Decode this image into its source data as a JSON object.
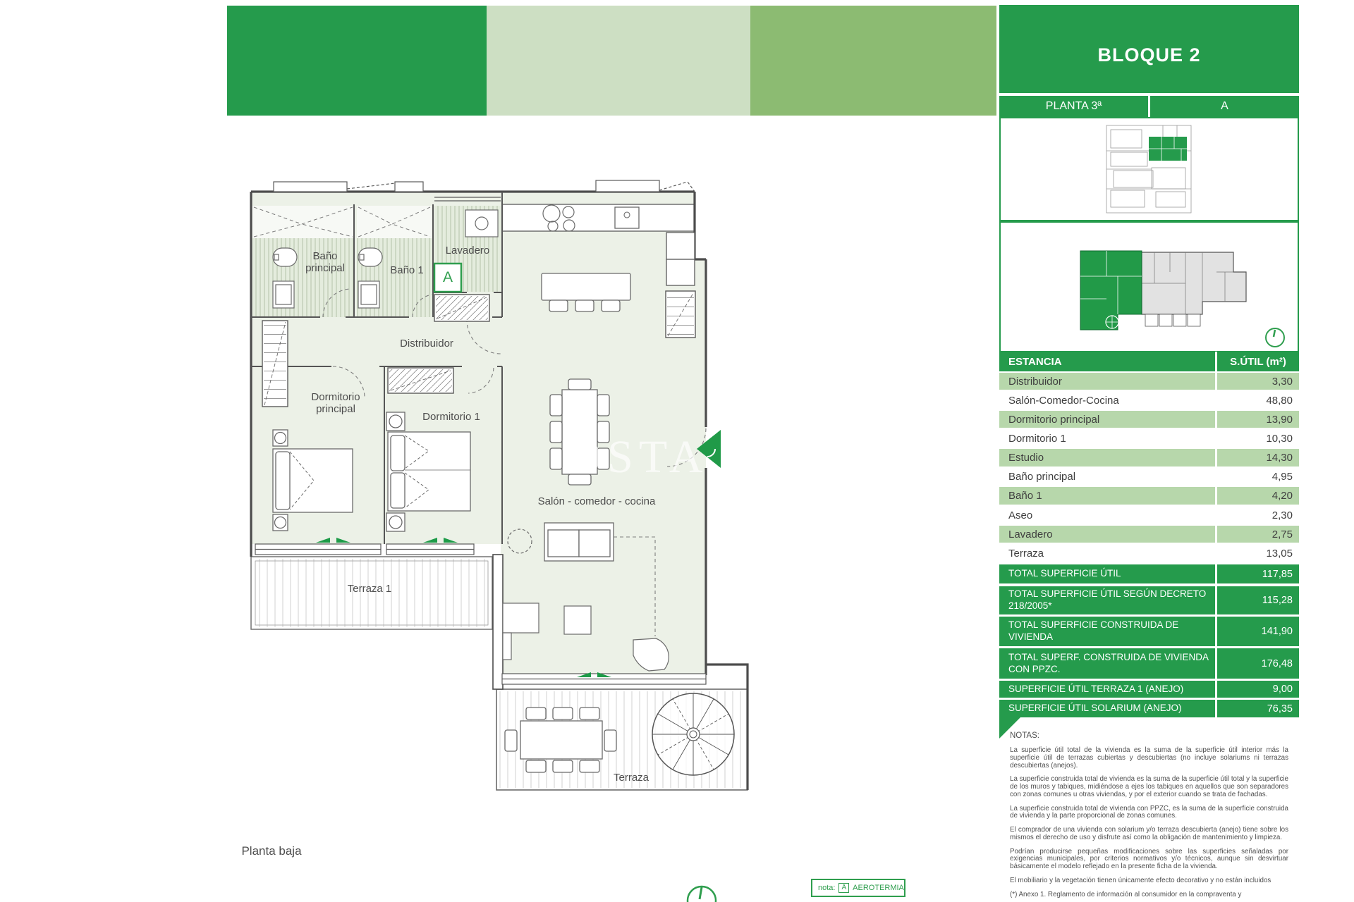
{
  "header": {
    "title": "BLOQUE 2",
    "floor": "PLANTA 3ª",
    "unit": "A"
  },
  "table": {
    "col_estancia": "ESTANCIA",
    "col_sutil": "S.ÚTIL (m²)",
    "rows": [
      {
        "label": "Distribuidor",
        "value": "3,30"
      },
      {
        "label": "Salón-Comedor-Cocina",
        "value": "48,80"
      },
      {
        "label": "Dormitorio principal",
        "value": "13,90"
      },
      {
        "label": "Dormitorio 1",
        "value": "10,30"
      },
      {
        "label": "Estudio",
        "value": "14,30"
      },
      {
        "label": "Baño principal",
        "value": "4,95"
      },
      {
        "label": "Baño 1",
        "value": "4,20"
      },
      {
        "label": "Aseo",
        "value": "2,30"
      },
      {
        "label": "Lavadero",
        "value": "2,75"
      },
      {
        "label": "Terraza",
        "value": "13,05"
      }
    ],
    "totals": [
      {
        "label": "TOTAL SUPERFICIE ÚTIL",
        "value": "117,85"
      },
      {
        "label": "TOTAL SUPERFICIE ÚTIL SEGÚN DECRETO 218/2005*",
        "value": "115,28"
      },
      {
        "label": "TOTAL SUPERFICIE CONSTRUIDA DE VIVIENDA",
        "value": "141,90"
      },
      {
        "label": "TOTAL SUPERF. CONSTRUIDA DE VIVIENDA CON PPZC.",
        "value": "176,48"
      },
      {
        "label": "SUPERFICIE ÚTIL TERRAZA 1 (ANEJO)",
        "value": "9,00"
      },
      {
        "label": "SUPERFICIE ÚTIL SOLARIUM (ANEJO)",
        "value": "76,35"
      }
    ]
  },
  "notes": {
    "title": "NOTAS:",
    "p1": "La superficie útil total de la vivienda es la suma de la superficie útil interior más la superficie útil de terrazas cubiertas y descubiertas (no incluye solariums ni terrazas descubiertas (anejos).",
    "p2": "La superficie construida total de vivienda es la suma de la superficie útil total y la superficie de los muros y tabiques, midiéndose a ejes los tabiques en aquellos que son separadores con zonas comunes u otras viviendas, y por el exterior cuando se trata de fachadas.",
    "p3": "La superficie construida total de vivienda con PPZC, es la suma de la superficie construida de vivienda y la parte proporcional de zonas comunes.",
    "p4": "El comprador de una vivienda con solarium y/o terraza descubierta (anejo) tiene sobre los mismos el derecho de uso y disfrute así como la obligación de mantenimiento y limpieza.",
    "p5": "Podrían producirse pequeñas modificaciones sobre las superficies señaladas por exigencias municipales, por criterios normativos y/o técnicos, aunque sin desvirtuar básicamente el modelo reflejado en la presente ficha de la vivienda.",
    "p6": "El mobiliario y la vegetación tienen únicamente efecto decorativo y no están incluidos",
    "p7": "(*) Anexo 1. Reglamento de información al consumidor en la compraventa y"
  },
  "plan": {
    "labels": {
      "bano_principal": "Baño principal",
      "bano1": "Baño 1",
      "lavadero": "Lavadero",
      "aerotermia_mark": "A",
      "distribuidor": "Distribuidor",
      "dormitorio_principal": "Dormitorio principal",
      "dormitorio1": "Dormitorio 1",
      "salon": "Salón - comedor - cocina",
      "terraza1": "Terraza 1",
      "terraza": "Terraza",
      "planta_baja": "Planta baja",
      "watermark": "OSTA"
    },
    "nota": {
      "prefix": "nota:",
      "symbol": "A",
      "text": "AEROTERMIA"
    }
  },
  "colors": {
    "green": "#259b4c",
    "band_pale": "#cddfc3",
    "band_mid": "#8cbb72",
    "row_green": "#b7d7ab"
  }
}
